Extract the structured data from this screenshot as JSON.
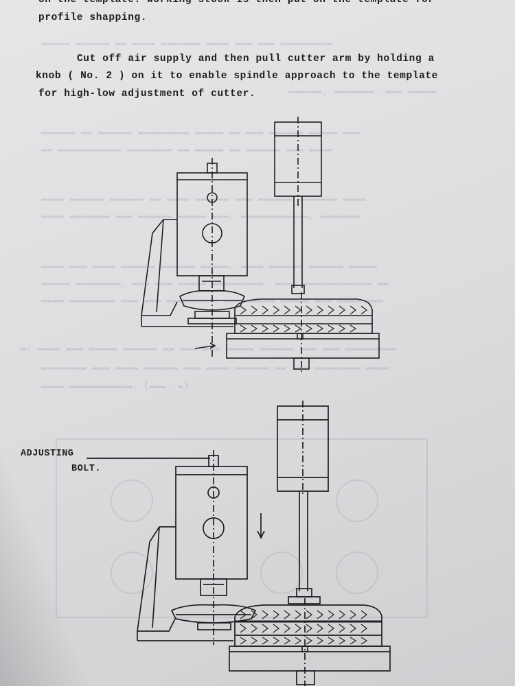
{
  "document": {
    "lines": [
      "on the template. Working stock is then put on the template for",
      "profile shapping.",
      "Cut off air supply and then pull cutter arm by holding a",
      "knob ( No. 2 ) on it to enable spindle approach to the template",
      "for high-low adjustment of cutter."
    ]
  },
  "figure_bottom": {
    "label_line1": "ADJUSTING",
    "label_line2": "BOLT."
  }
}
